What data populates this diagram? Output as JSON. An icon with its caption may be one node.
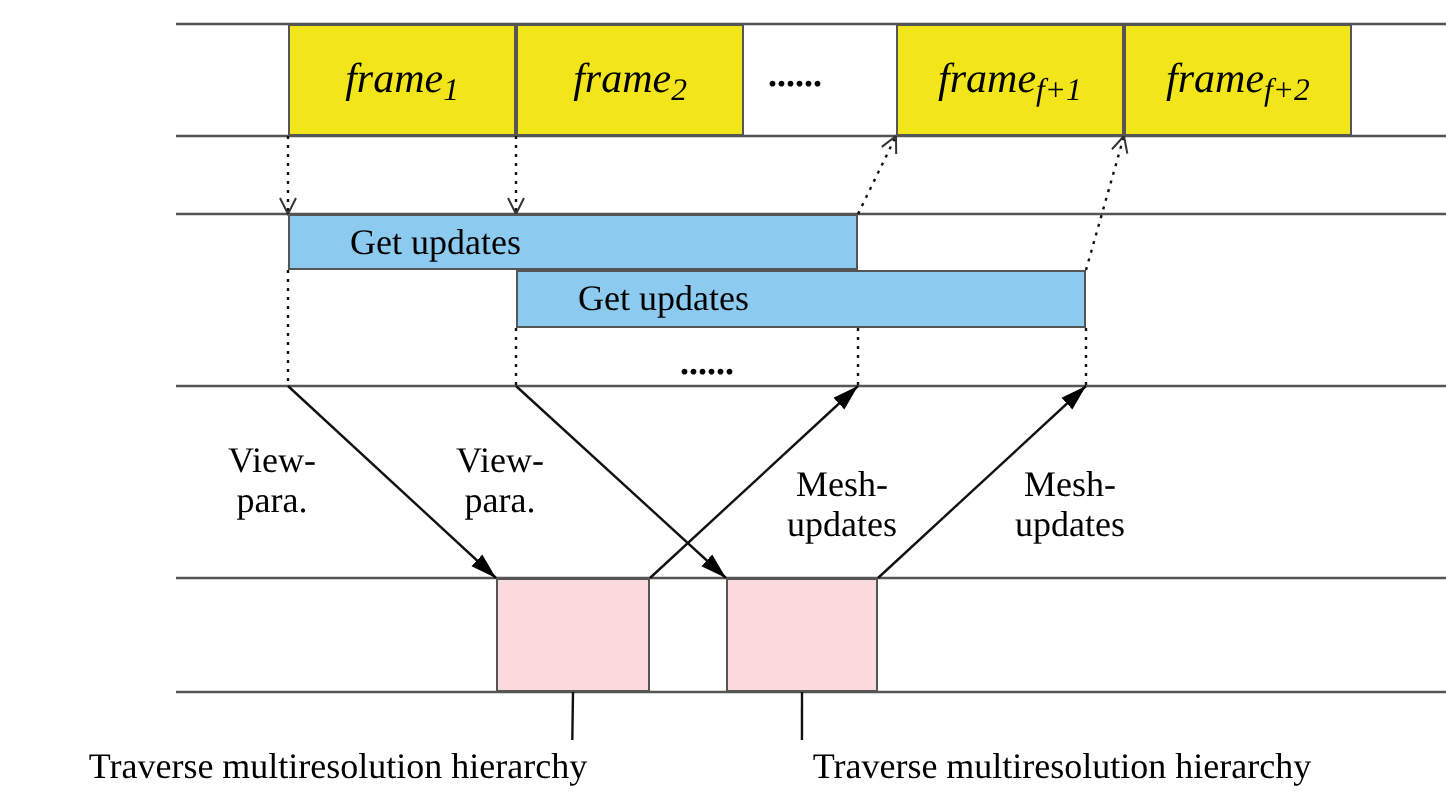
{
  "diagram": {
    "nodes": [
      {
        "text": [
          "frame$_{1}$"
        ]
      },
      {
        "text": [
          "frame$_{2}$"
        ]
      },
      {
        "text": [
          "frame$_{f+1}$"
        ]
      },
      {
        "text": [
          "frame$_{f+2}$"
        ]
      },
      {
        "text": [
          "Get updates"
        ]
      },
      {
        "text": [
          "Get updates"
        ]
      },
      {
        "text": [],
        "shape": "box"
      },
      {
        "text": [],
        "shape": "box"
      },
      {
        "text": [
          "Traverse multiresolution hierarchy"
        ]
      },
      {
        "text": [
          "Traverse multiresolution hierarchy"
        ]
      }
    ],
    "edges": [
      {
        "from": 0,
        "to": 4,
        "arrow": "to",
        "style": "dashed"
      },
      {
        "from": 1,
        "to": 4,
        "arrow": "to",
        "style": "dashed"
      },
      {
        "from": 4,
        "to": 2,
        "arrow": "to",
        "style": "dashed"
      },
      {
        "from": 5,
        "to": 3,
        "arrow": "to",
        "style": "dashed"
      },
      {
        "from": null,
        "to": 6,
        "arrow": "to",
        "label": "View- para."
      },
      {
        "from": null,
        "to": 7,
        "arrow": "to",
        "label": "View- para."
      },
      {
        "from": 6,
        "to": null,
        "arrow": "to",
        "label": "Mesh- updates"
      },
      {
        "from": 7,
        "to": null,
        "arrow": "to",
        "label": "Mesh- updates"
      },
      {
        "from": 8,
        "to": 6,
        "arrow": "none"
      },
      {
        "from": 9,
        "to": 7,
        "arrow": "none"
      },
      {
        "from": 4,
        "to": null,
        "arrow": "none",
        "style": "dashed"
      },
      {
        "from": 5,
        "to": null,
        "arrow": "none",
        "style": "dashed"
      },
      {
        "from": 5,
        "to": null,
        "arrow": "none",
        "style": "dashed"
      },
      {
        "from": 5,
        "to": null,
        "arrow": "none",
        "style": "dashed"
      }
    ],
    "labels": [
      "......",
      "......"
    ]
  }
}
